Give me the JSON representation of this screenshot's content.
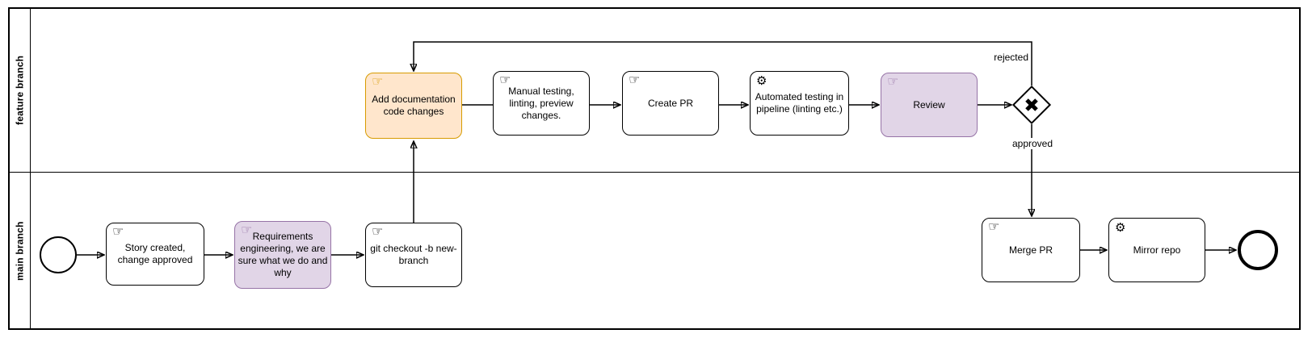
{
  "lanes": [
    {
      "label": "feature branch"
    },
    {
      "label": "main branch"
    }
  ],
  "nodes": {
    "story": {
      "label": "Story created, change approved"
    },
    "requirements": {
      "label": "Requirements engineering, we are sure what we do and why"
    },
    "git_checkout": {
      "label": "git checkout -b new-branch"
    },
    "add_documentation": {
      "label": "Add documentation code changes"
    },
    "manual_testing": {
      "label": "Manual testing, linting, preview changes."
    },
    "create_pr": {
      "label": "Create PR"
    },
    "automated_testing": {
      "label": "Automated testing in pipeline (linting etc.)"
    },
    "review": {
      "label": "Review"
    },
    "merge_pr": {
      "label": "Merge PR"
    },
    "mirror_repo": {
      "label": "Mirror repo"
    }
  },
  "edges": {
    "rejected_label": "rejected",
    "approved_label": "approved"
  },
  "icons": {
    "manual_task": "☞",
    "service_task": "⚙"
  },
  "colors": {
    "stroke": "#000000",
    "fill": "#ffffff",
    "orange_fill": "#ffe6cc",
    "orange_stroke": "#d79b00",
    "purple_fill": "#e1d5e7",
    "purple_stroke": "#9673a6"
  }
}
